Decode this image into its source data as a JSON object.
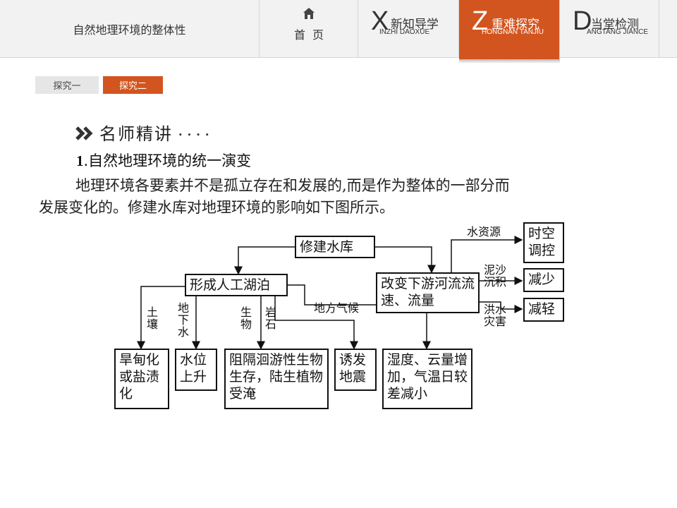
{
  "header": {
    "course_title": "自然地理环境的整体性",
    "home_label": "首页",
    "tabs": [
      {
        "letter": "X",
        "cn": "新知导学",
        "en": "INZHI DAOXUE",
        "active": false
      },
      {
        "letter": "Z",
        "cn": "重难探究",
        "en": "HONGNAN TANJIU",
        "active": true
      },
      {
        "letter": "D",
        "cn": "当堂检测",
        "en": "ANGTANG JIANCE",
        "active": false
      }
    ]
  },
  "subtabs": [
    "探究一",
    "探究二"
  ],
  "content": {
    "section_heading": "名师精讲",
    "heading_dots": "....",
    "point_number": "1",
    "point_title": ".自然地理环境的统一演变",
    "paragraph_line1": "地理环境各要素并不是孤立存在和发展的,而是作为整体的一部分而",
    "paragraph_line2": "发展变化的。修建水库对地理环境的影响如下图所示。"
  },
  "diagram": {
    "root": "修建水库",
    "lake": "形成人工湖泊",
    "downstream": "改变下游河流流速、流量",
    "outcomes": {
      "salinization": "旱甸化或盐渍化",
      "water_table": "水位上升",
      "migration": "阻隔洄游性生物生存，陆生植物受淹",
      "earthquake": "诱发地震",
      "climate": "湿度、云量增加，气温日较差减小",
      "water_time": "时空调控",
      "sediment_out": "减少",
      "flood_out": "减轻"
    },
    "labels": {
      "soil": "土壤",
      "groundwater": "地下水",
      "biology": "生物",
      "rock": "岩石",
      "local_climate": "地方气候",
      "water_resource": "水资源",
      "sediment": "泥沙沉积",
      "flood": "洪水灾害"
    }
  },
  "colors": {
    "accent": "#d2551f",
    "nav_bg": "#f2f2f2",
    "subtab_inactive": "#e6e6e6"
  }
}
